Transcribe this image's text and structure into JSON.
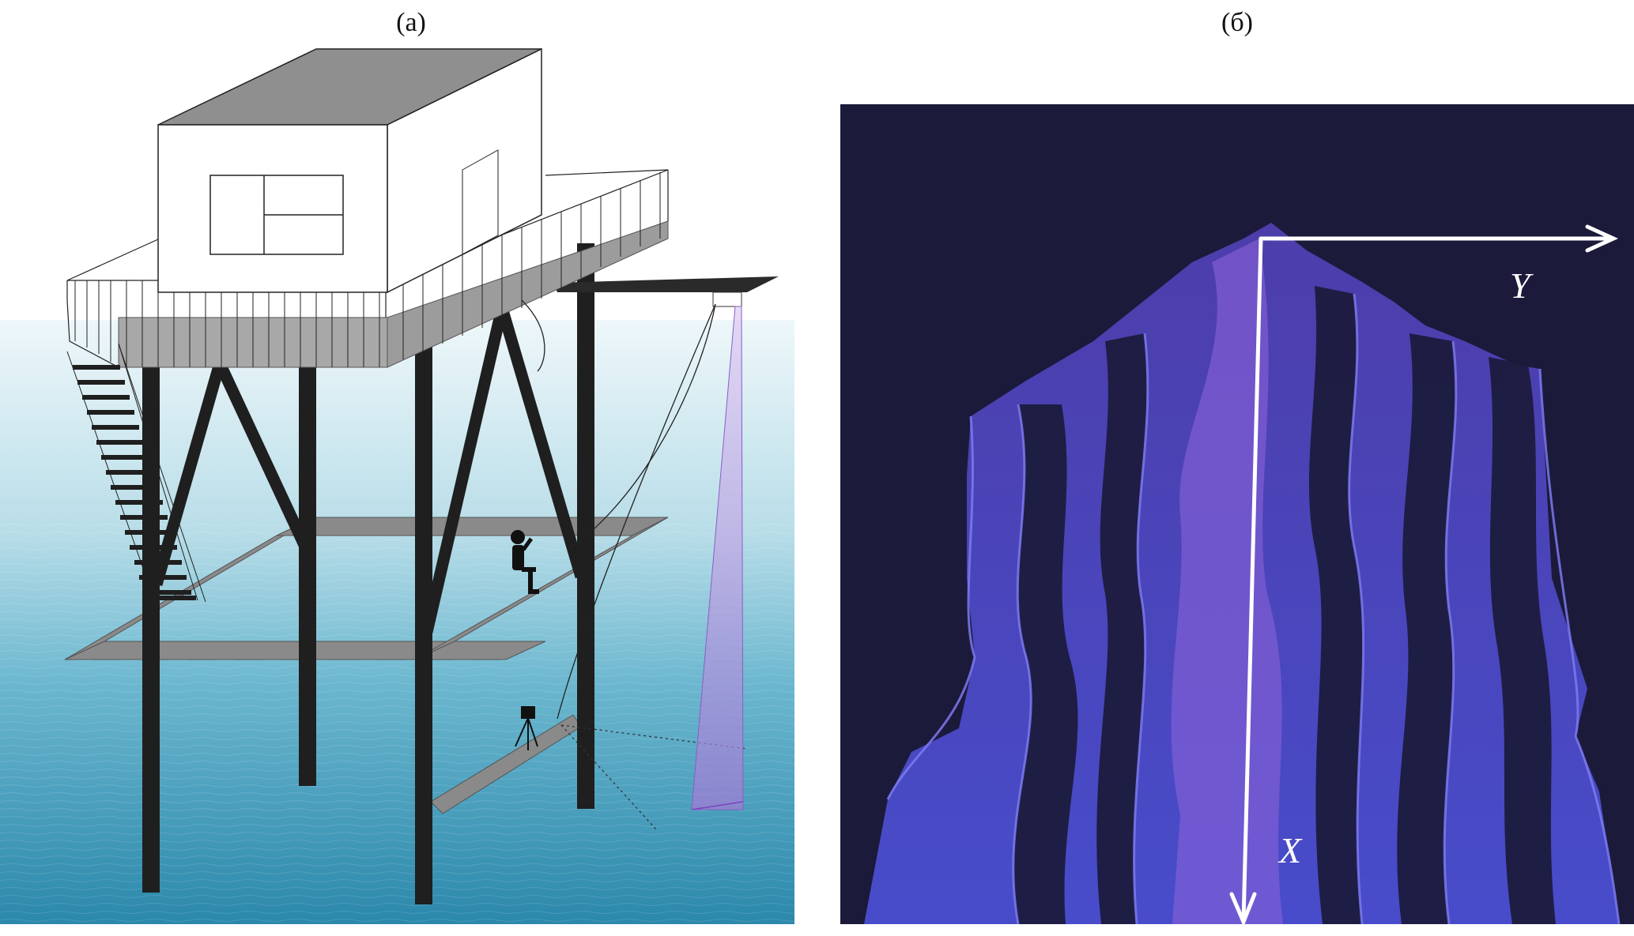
{
  "panels": {
    "a": {
      "label": "(а)"
    },
    "b": {
      "label": "(б)"
    }
  },
  "axes": {
    "x_label": "X",
    "y_label": "Y"
  },
  "colors": {
    "sea_top": "#e8f4f7",
    "sea_bottom": "#2f8fb1",
    "structure": "#222222",
    "deck": "#8a8a8a",
    "roof": "#8f8f8f",
    "laser_sheet": "#b98fe0",
    "photo_background": "#1a1838",
    "film": "#5a52d8",
    "axis_arrows": "#ffffff"
  }
}
